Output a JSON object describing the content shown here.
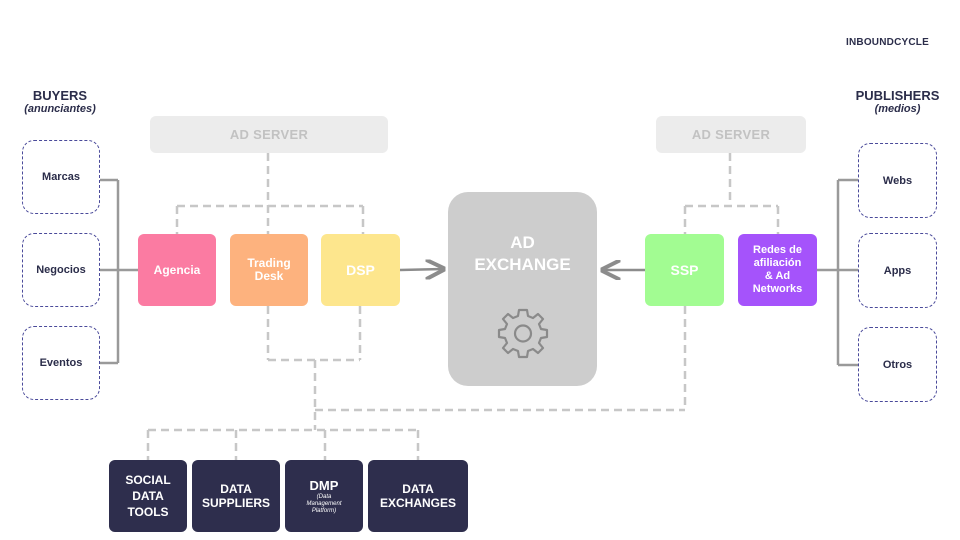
{
  "brand": "INBOUNDCYCLE",
  "buyers": {
    "title": "BUYERS",
    "subtitle": "(anunciantes)",
    "items": [
      "Marcas",
      "Negocios",
      "Eventos"
    ]
  },
  "publishers": {
    "title": "PUBLISHERS",
    "subtitle": "(medios)",
    "items": [
      "Webs",
      "Apps",
      "Otros"
    ]
  },
  "ad_server_left": "AD SERVER",
  "ad_server_right": "AD SERVER",
  "buy_side": {
    "agencia": "Agencia",
    "trading_desk": [
      "Trading",
      "Desk"
    ],
    "dsp": "DSP"
  },
  "sell_side": {
    "ssp": "SSP",
    "redes": [
      "Redes de",
      "afiliación",
      "& Ad",
      "Networks"
    ]
  },
  "exchange": {
    "line1": "AD",
    "line2": "EXCHANGE",
    "icon": "gear-icon"
  },
  "data_boxes": {
    "social": [
      "SOCIAL",
      "DATA",
      "TOOLS"
    ],
    "suppliers": [
      "DATA",
      "SUPPLIERS"
    ],
    "dmp_title": "DMP",
    "dmp_sub": [
      "(Data",
      "Management",
      "Platform)"
    ],
    "exchanges": [
      "DATA",
      "EXCHANGES"
    ]
  },
  "colors": {
    "agencia": "#fb7ba2",
    "trading_desk": "#fdb27e",
    "dsp": "#fde68d",
    "ssp": "#a2fc92",
    "redes": "#a553fb",
    "exchange": "#cdcdcd",
    "data_box": "#2e2e4d",
    "ad_server": "#ececec",
    "connector": "#bdbdbd"
  }
}
